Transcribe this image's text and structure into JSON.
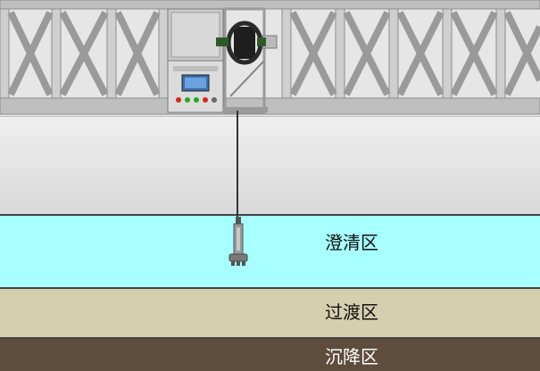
{
  "layers": {
    "clarification": "澄清区",
    "transition": "过渡区",
    "settling": "沉降区"
  },
  "colors": {
    "clarification": "#a7ffff",
    "transition": "#d5cfaf",
    "settling": "#5e4c3d",
    "bridge": "#bdbdbd"
  }
}
